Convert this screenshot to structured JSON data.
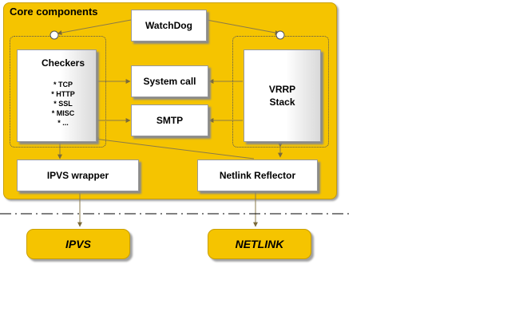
{
  "panel": {
    "title": "Core components"
  },
  "watchdog": {
    "label": "WatchDog"
  },
  "checkers": {
    "title": "Checkers",
    "items": [
      "TCP",
      "HTTP",
      "SSL",
      "MISC",
      "..."
    ]
  },
  "system_call": {
    "label": "System call"
  },
  "smtp": {
    "label": "SMTP"
  },
  "vrrp": {
    "line1": "VRRP",
    "line2": "Stack"
  },
  "ipvs_wrapper": {
    "label": "IPVS wrapper"
  },
  "netlink_reflector": {
    "label": "Netlink Reflector"
  },
  "ipvs": {
    "label": "IPVS"
  },
  "netlink": {
    "label": "NETLINK"
  },
  "colors": {
    "panel": "#f5c400",
    "panel_border": "#c99f00",
    "connector": "#8a7a4a",
    "box": "#ffffff"
  }
}
